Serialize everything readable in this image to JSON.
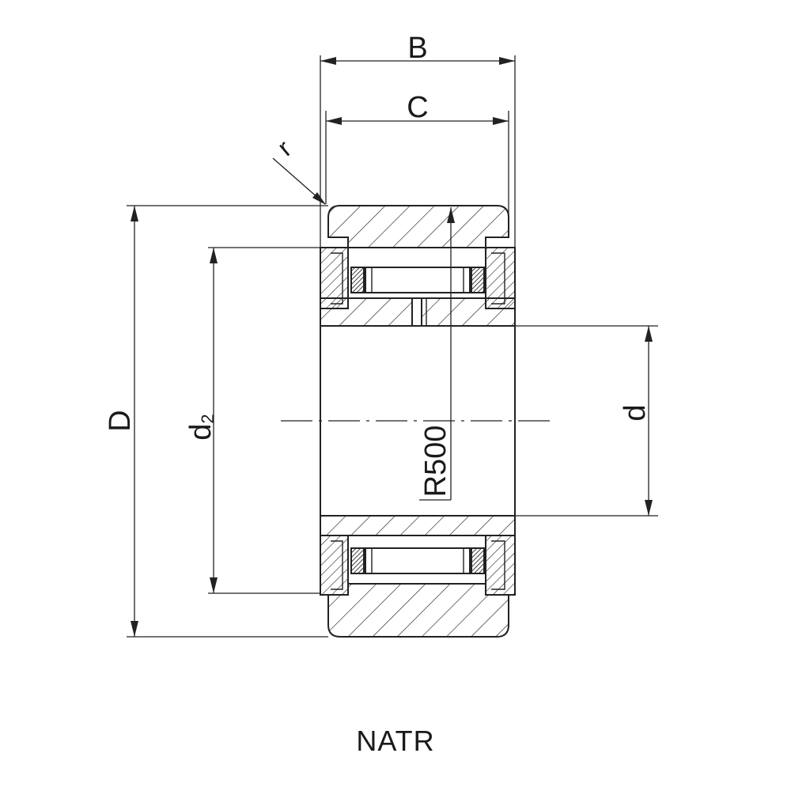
{
  "labels": {
    "B": "B",
    "C": "C",
    "r": "r",
    "D": "D",
    "d2_main": "d",
    "d2_sub": "2",
    "d": "d",
    "R": "R500"
  },
  "caption": "NATR"
}
